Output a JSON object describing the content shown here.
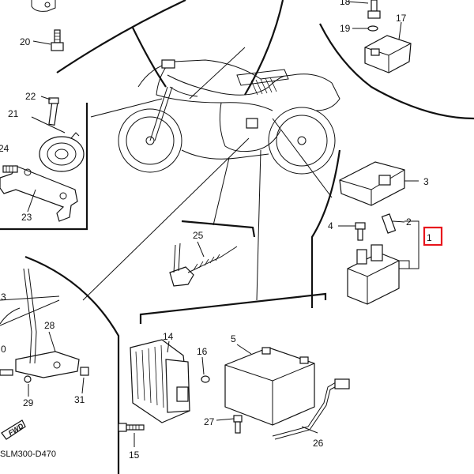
{
  "diagram": {
    "callouts": [
      "1",
      "2",
      "3",
      "4",
      "5",
      "14",
      "15",
      "16",
      "17",
      "19",
      "20",
      "21",
      "22",
      "23",
      "24",
      "25",
      "26",
      "27",
      "28",
      "29",
      "31"
    ],
    "partial_callouts": [
      "18",
      "3",
      "0"
    ],
    "drawing_code": "SLM300-D470",
    "fwd_label": "FWD",
    "highlighted_callout": "1",
    "highlight_color": "#e8141c"
  }
}
